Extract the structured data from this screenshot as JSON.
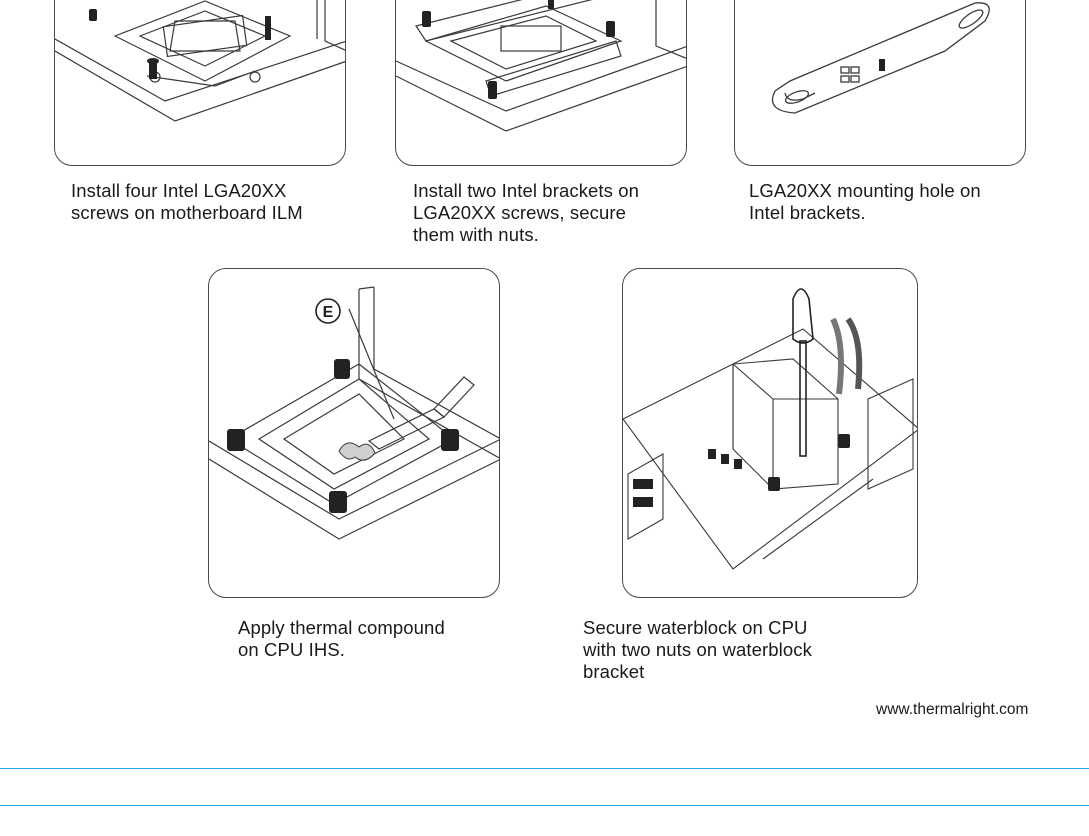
{
  "steps": [
    {
      "caption": "Install four Intel LGA20XX\nscrews on motherboard ILM"
    },
    {
      "caption": "Install two Intel brackets on\nLGA20XX screws, secure\nthem with nuts."
    },
    {
      "caption": "LGA20XX mounting hole on\nIntel brackets."
    },
    {
      "caption": "Apply thermal compound\non CPU IHS.",
      "callout": "E"
    },
    {
      "caption": "Secure waterblock on CPU\nwith two nuts on waterblock\nbracket"
    }
  ],
  "footer": {
    "url": "www.thermalright.com"
  },
  "colors": {
    "rule": "#2aa6e0",
    "line": "#3a3a3a"
  }
}
